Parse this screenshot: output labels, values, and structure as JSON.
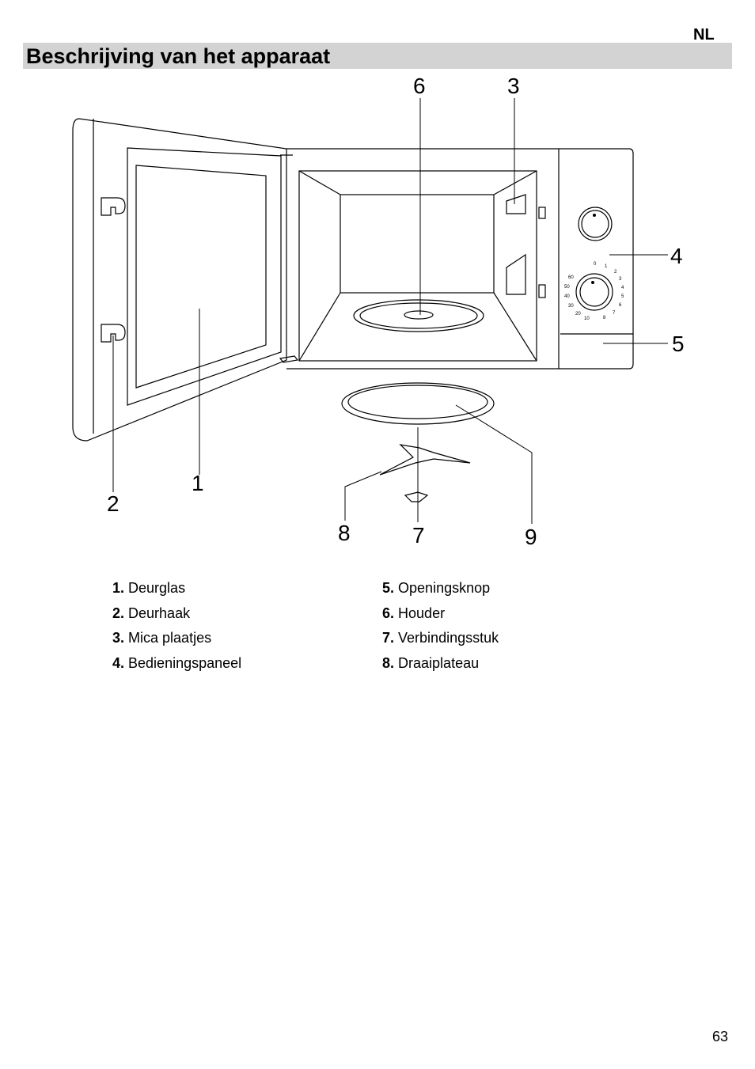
{
  "header": {
    "language": "NL",
    "title": "Beschrijving van het apparaat"
  },
  "diagram": {
    "callouts": [
      "1",
      "2",
      "3",
      "4",
      "5",
      "6",
      "7",
      "8",
      "9"
    ],
    "timer_dial_numbers": [
      "0",
      "1",
      "2",
      "3",
      "4",
      "5",
      "6",
      "7",
      "8",
      "10",
      "20",
      "30",
      "40",
      "50",
      "60"
    ]
  },
  "legend": {
    "left": [
      {
        "number": "1.",
        "label": "Deurglas"
      },
      {
        "number": "2.",
        "label": "Deurhaak"
      },
      {
        "number": "3.",
        "label": "Mica plaatjes"
      },
      {
        "number": "4.",
        "label": "Bedieningspaneel"
      }
    ],
    "right": [
      {
        "number": "5.",
        "label": "Openingsknop"
      },
      {
        "number": "6.",
        "label": "Houder"
      },
      {
        "number": "7.",
        "label": "Verbindingsstuk"
      },
      {
        "number": "8.",
        "label": "Draaiplateau"
      }
    ]
  },
  "footer": {
    "page_number": "63"
  }
}
